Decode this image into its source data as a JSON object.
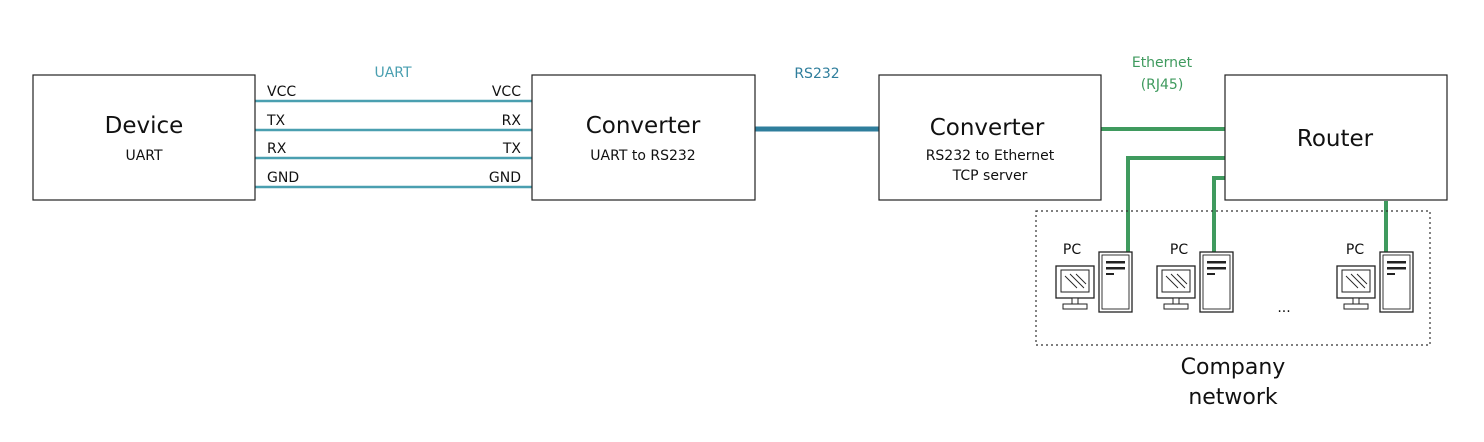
{
  "colors": {
    "uart": "#4a9fb0",
    "rs232": "#2f7e9c",
    "ethernet": "#3f9a5e",
    "text": "#111111",
    "border": "#222222"
  },
  "device": {
    "title": "Device",
    "subtitle": "UART"
  },
  "converter1": {
    "title": "Converter",
    "subtitle": "UART to RS232"
  },
  "converter2": {
    "title": "Converter",
    "subtitle_line1": "RS232 to Ethernet",
    "subtitle_line2": "TCP server"
  },
  "router": {
    "title": "Router"
  },
  "uart": {
    "label": "UART",
    "left_pins": [
      "VCC",
      "TX",
      "RX",
      "GND"
    ],
    "right_pins": [
      "VCC",
      "RX",
      "TX",
      "GND"
    ]
  },
  "rs232": {
    "label": "RS232"
  },
  "ethernet": {
    "label_line1": "Ethernet",
    "label_line2": "(RJ45)"
  },
  "network": {
    "pc_label": "PC",
    "ellipsis": "...",
    "label_line1": "Company",
    "label_line2": "network"
  }
}
